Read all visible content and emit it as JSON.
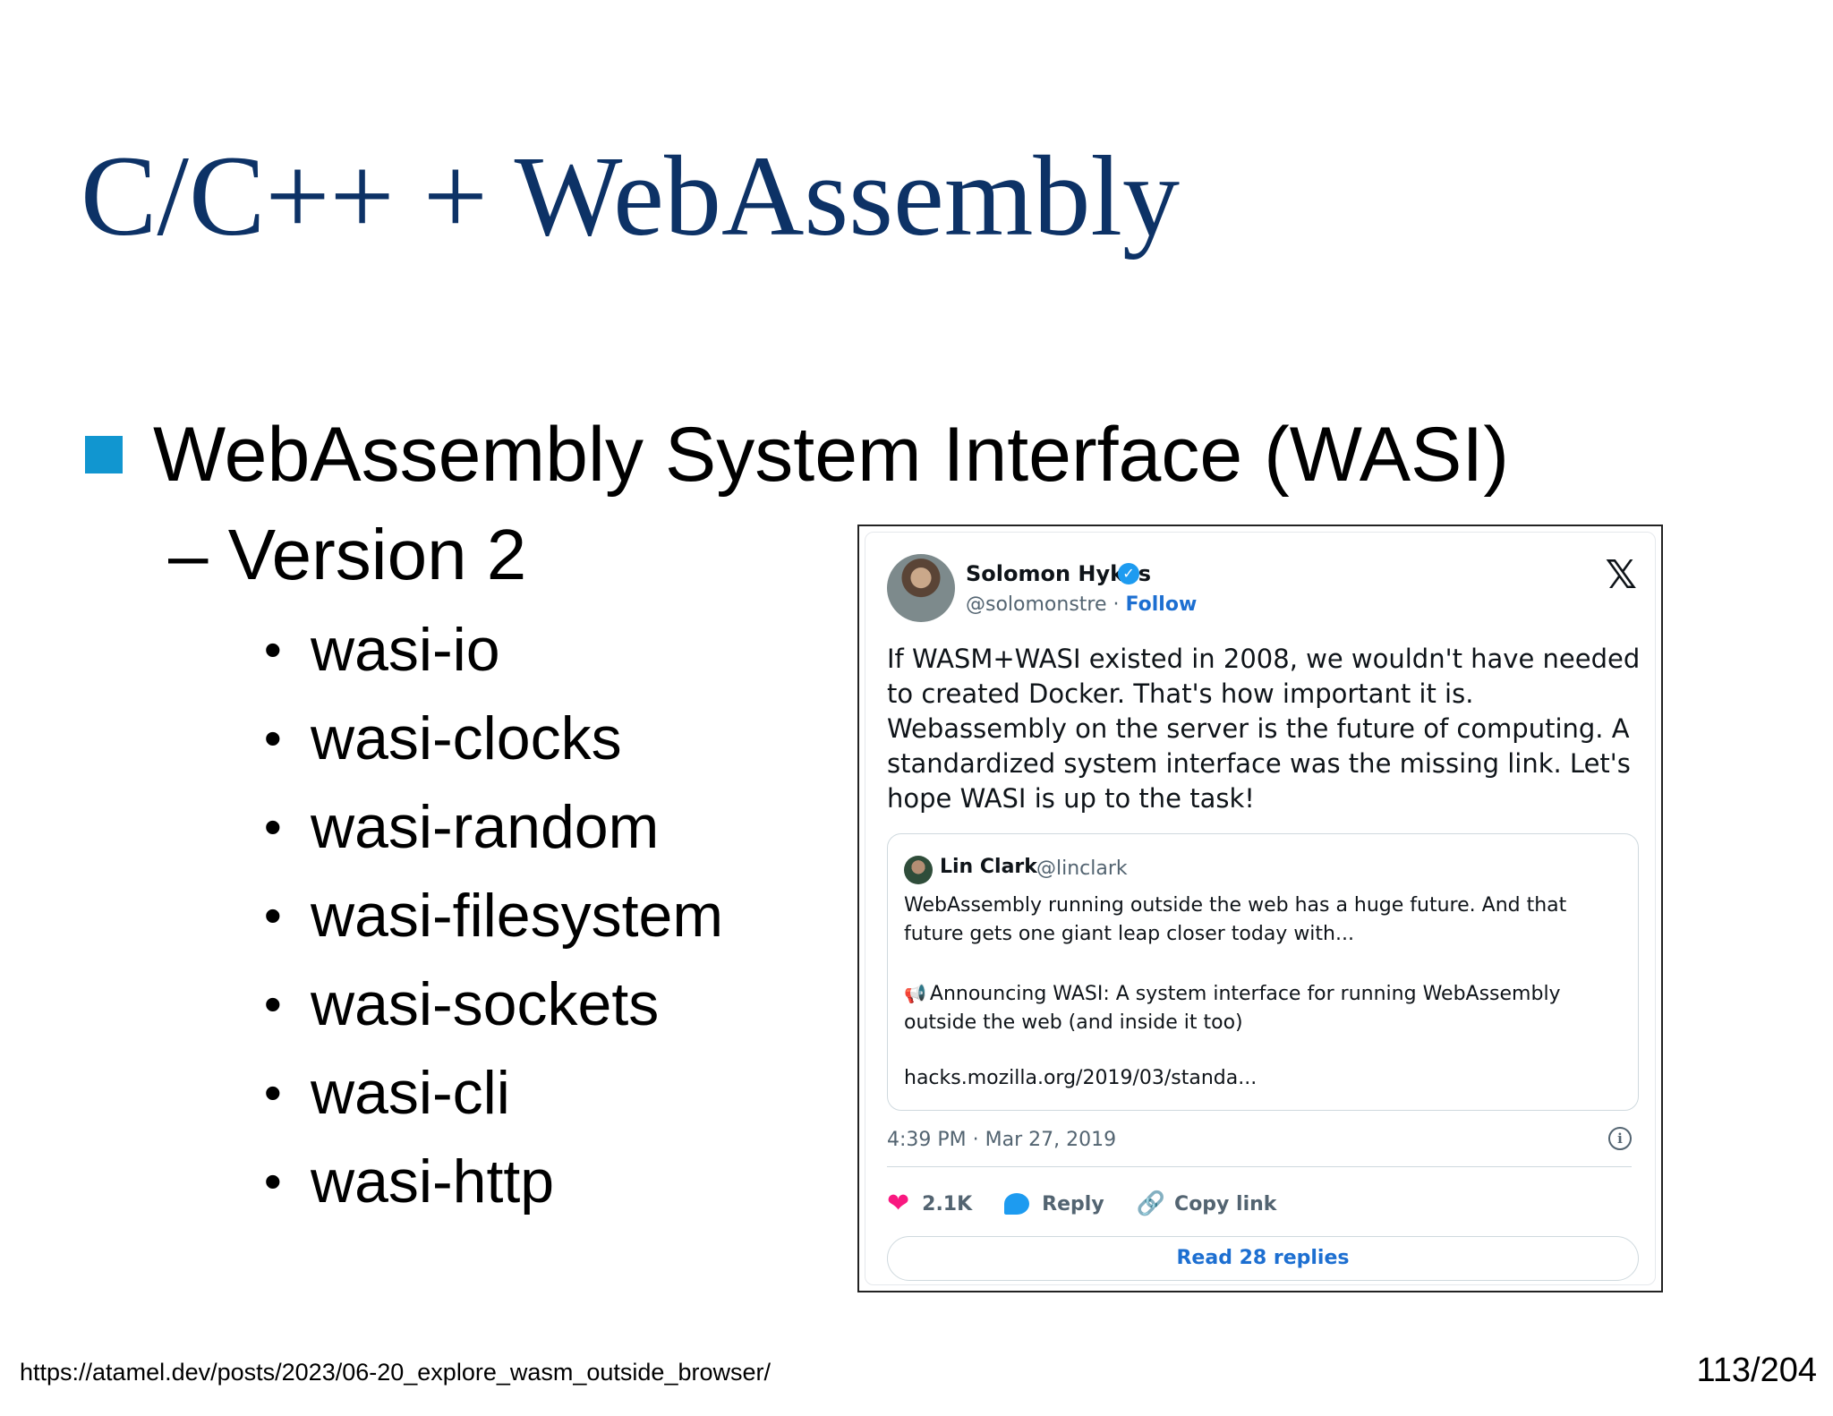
{
  "slide": {
    "title": "C/C++ + WebAssembly",
    "bullet": "WebAssembly System Interface (WASI)",
    "sub_bullet": "– Version 2",
    "items": [
      "wasi-io",
      "wasi-clocks",
      "wasi-random",
      "wasi-filesystem",
      "wasi-sockets",
      "wasi-cli",
      "wasi-http"
    ],
    "bullet_glyph": "•"
  },
  "tweet": {
    "author_name": "Solomon Hykes",
    "verified_glyph": "✓",
    "handle": "@solomonstre",
    "separator": " · ",
    "follow_label": "Follow",
    "x_logo": "𝕏",
    "body": "If WASM+WASI existed in 2008, we wouldn't have needed to created Docker. That's how important it is. Webassembly on the server is the future of computing. A standardized system interface was the missing link. Let's hope WASI is up to the task!",
    "quote": {
      "author_name": "Lin Clark",
      "handle": "@linclark",
      "text": "WebAssembly running outside the web has a huge future. And that future gets one giant leap closer today with...",
      "megaphone": "📢",
      "announce": "Announcing WASI: A system interface for running WebAssembly outside the web (and inside it too)",
      "link": "hacks.mozilla.org/2019/03/standa..."
    },
    "timestamp": "4:39 PM · Mar 27, 2019",
    "info_glyph": "i",
    "likes": "2.1K",
    "heart_glyph": "❤",
    "reply_label": "Reply",
    "link_glyph": "🔗",
    "copy_link_label": "Copy link",
    "read_replies_label": "Read 28 replies"
  },
  "footer": {
    "url": "https://atamel.dev/posts/2023/06-20_explore_wasm_outside_browser/",
    "page": "113/204"
  },
  "colors": {
    "title": "#0d3266",
    "square_bullet": "#1196d0",
    "link_blue": "#1d6fd1",
    "heart": "#f91880"
  }
}
